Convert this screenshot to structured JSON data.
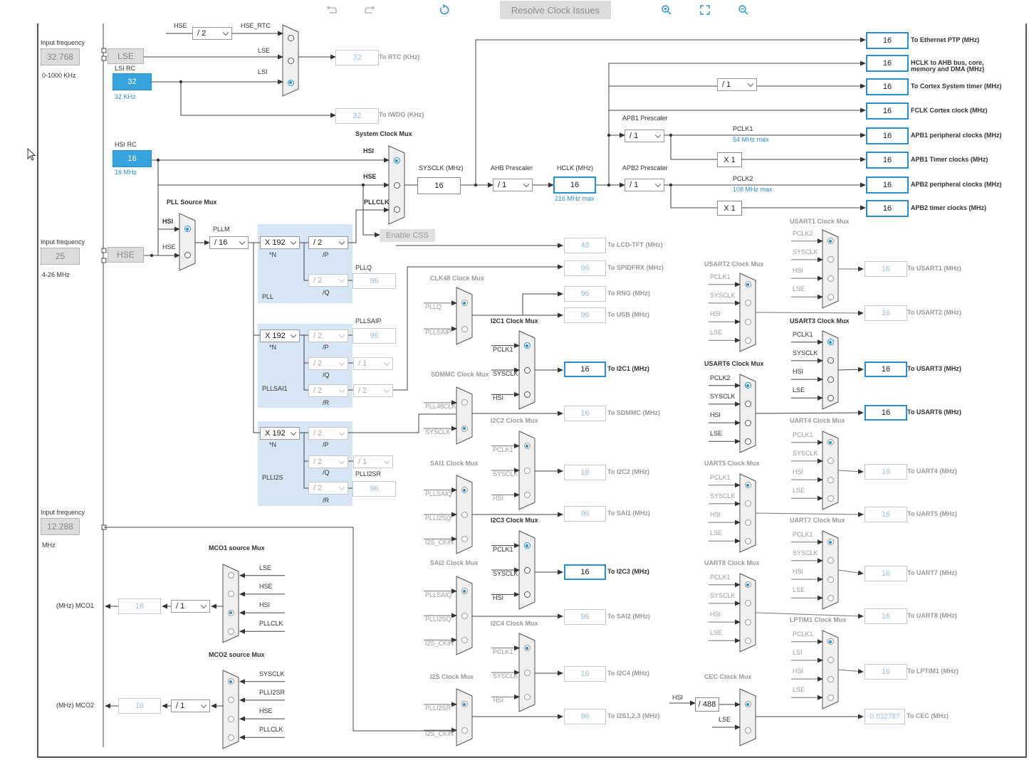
{
  "toolbar": {
    "undo_icon": "undo-icon",
    "redo_icon": "redo-icon",
    "refresh_icon": "refresh-icon",
    "resolve_label": "Resolve Clock Issues",
    "zoom_in_icon": "zoom-in-icon",
    "fit_icon": "fit-screen-icon",
    "zoom_out_icon": "zoom-out-icon"
  },
  "inputs": {
    "lse": {
      "title": "Input frequency",
      "value": "32.768",
      "range": "0-1000 KHz",
      "label": "LSE"
    },
    "lsi": {
      "title": "LSI RC",
      "value": "32",
      "unit": "32 KHz"
    },
    "hsi": {
      "title": "HSI RC",
      "value": "16",
      "unit": "16 MHz"
    },
    "hse": {
      "title": "Input frequency",
      "value": "25",
      "range": "4-26 MHz",
      "label": "HSE"
    },
    "i2s": {
      "title": "Input frequency",
      "value": "12.288",
      "range": "MHz"
    }
  },
  "rtc": {
    "div": "/ 2",
    "hse_rtc": "HSE_RTC",
    "hse": "HSE",
    "lse": "LSE",
    "lsi": "LSI",
    "rtc_value": "32",
    "rtc_label": "To RTC (KHz)",
    "iwdg_value": "32",
    "iwdg_label": "To IWDG (KHz)"
  },
  "sysmux": {
    "title": "System Clock Mux",
    "hsi": "HSI",
    "hse": "HSE",
    "pllclk": "PLLCLK",
    "enable_css": "Enable CSS"
  },
  "pll": {
    "source_title": "PLL Source Mux",
    "hsi": "HSI",
    "hse": "HSE",
    "pllm_label": "PLLM",
    "pllm": "/ 16",
    "n": "X 192",
    "n_lbl": "*N",
    "p": "/ 2",
    "p_lbl": "/P",
    "q": "/ 2",
    "q_lbl": "/Q",
    "pllq_label": "PLLQ",
    "pllq": "96",
    "name": "PLL"
  },
  "pllsai": {
    "n": "X 192",
    "n_lbl": "*N",
    "p": "/ 2",
    "p_lbl": "/P",
    "q": "/ 2",
    "q_lbl": "/Q",
    "r": "/ 2",
    "r_lbl": "/R",
    "saip_label": "PLLSAIP",
    "saip": "96",
    "qdiv": "/ 1",
    "rdiv": "/ 2",
    "name": "PLLSAI1"
  },
  "plli2s": {
    "n": "X 192",
    "n_lbl": "*N",
    "p": "/ 2",
    "p_lbl": "/P",
    "q": "/ 2",
    "q_lbl": "/Q",
    "r": "/ 2",
    "r_lbl": "/R",
    "qdiv": "/ 1",
    "i2sr_label": "PLLI2SR",
    "i2sr": "96",
    "name": "PLLI2S"
  },
  "sys": {
    "sysclk_label": "SYSCLK (MHz)",
    "sysclk": "16",
    "ahb_label": "AHB Prescaler",
    "ahb": "/ 1",
    "hclk_label": "HCLK (MHz)",
    "hclk": "16",
    "hclk_max": "216 MHz max",
    "apb1_label": "APB1 Prescaler",
    "apb1": "/ 1",
    "apb2_label": "APB2 Prescaler",
    "apb2": "/ 1",
    "cortex_div": "/ 1",
    "pclk1": "PCLK1",
    "pclk1_max": "54 MHz max",
    "pclk2": "PCLK2",
    "pclk2_max": "108 MHz max",
    "x1": "X 1",
    "x1b": "X 1"
  },
  "outputs": [
    {
      "value": "16",
      "label": "To Ethernet PTP (MHz)"
    },
    {
      "value": "16",
      "label": "HCLK to AHB bus, core,"
    },
    {
      "value": "16",
      "label": "To Cortex System timer (MHz)"
    },
    {
      "value": "16",
      "label": "FCLK Cortex clock (MHz)"
    },
    {
      "value": "16",
      "label": "APB1 peripheral clocks (MHz)"
    },
    {
      "value": "16",
      "label": "APB1 Timer clocks (MHz)"
    },
    {
      "value": "16",
      "label": "APB2 peripheral clocks (MHz)"
    },
    {
      "value": "16",
      "label": "APB2 timer clocks (MHz)"
    }
  ],
  "hclk_line2": "memory and DMA (MHz)",
  "mid": {
    "lcd": {
      "value": "48",
      "label": "To LCD-TFT (MHz)"
    },
    "spdif": {
      "value": "96",
      "label": "To SPIDFRX (MHz)"
    },
    "rng": {
      "value": "96",
      "label": "To RNG (MHz)"
    },
    "usb": {
      "value": "96",
      "label": "To USB (MHz)"
    },
    "i2c1": {
      "value": "16",
      "label": "To I2C1 (MHz)"
    },
    "sdmmc": {
      "value": "16",
      "label": "To SDMMC (MHz)"
    },
    "i2c2": {
      "value": "16",
      "label": "To I2C2 (MHz)"
    },
    "sai1": {
      "value": "96",
      "label": "To SAI1 (MHz)"
    },
    "i2c3": {
      "value": "16",
      "label": "To I2C3 (MHz)"
    },
    "sai2": {
      "value": "96",
      "label": "To SAI2 (MHz)"
    },
    "i2c4": {
      "value": "16",
      "label": "To I2C4 (MHz)"
    },
    "i2s": {
      "value": "96",
      "label": "To I2S1,2,3 (MHz)"
    }
  },
  "muxes": {
    "clk48": {
      "title": "CLK48 Clock Mux",
      "in": [
        "PLLQ",
        "PLLSAIP"
      ]
    },
    "i2c1": {
      "title": "I2C1 Clock Mux",
      "in": [
        "PCLK1",
        "SYSCLK",
        "HSI"
      ]
    },
    "sdmmc": {
      "title": "SDMMC Clock Mux",
      "in": [
        "PLL48CLK",
        "SYSCLK"
      ]
    },
    "i2c2": {
      "title": "I2C2 Clock Mux",
      "in": [
        "PCLK1",
        "SYSCLK",
        "HSI"
      ]
    },
    "sai1": {
      "title": "SAI1 Clock Mux",
      "in": [
        "PLLSAIQ",
        "PLLI2SQ",
        "I2S_CKIN"
      ]
    },
    "i2c3": {
      "title": "I2C3 Clock Mux",
      "in": [
        "PCLK1",
        "SYSCLK",
        "HSI"
      ]
    },
    "sai2": {
      "title": "SAI2 Clock Mux",
      "in": [
        "PLLSAIQ",
        "PLLI2SQ",
        "I2S_CKIN"
      ]
    },
    "i2c4": {
      "title": "I2C4 Clock Mux",
      "in": [
        "PCLK1",
        "SYSCLK",
        "HSI"
      ]
    },
    "i2s": {
      "title": "I2S Clock Mux",
      "in": [
        "PLLI2SR",
        "I2S_CKIN"
      ]
    },
    "usart1": {
      "title": "USART1 Clock Mux",
      "in": [
        "PCLK2",
        "SYSCLK",
        "HSI",
        "LSE"
      ]
    },
    "usart2": {
      "title": "USART2 Clock Mux",
      "in": [
        "PCLK1",
        "SYSCLK",
        "HSI",
        "LSE"
      ]
    },
    "usart3": {
      "title": "USART3 Clock Mux",
      "in": [
        "PCLK1",
        "SYSCLK",
        "HSI",
        "LSE"
      ]
    },
    "usart6": {
      "title": "USART6 Clock Mux",
      "in": [
        "PCLK2",
        "SYSCLK",
        "HSI",
        "LSE"
      ]
    },
    "uart4": {
      "title": "UART4 Clock Mux",
      "in": [
        "PCLK1",
        "SYSCLK",
        "HSI",
        "LSE"
      ]
    },
    "uart5": {
      "title": "UART5 Clock Mux",
      "in": [
        "PCLK1",
        "SYSCLK",
        "HSI",
        "LSE"
      ]
    },
    "uart7": {
      "title": "UART7 Clock Mux",
      "in": [
        "PCLK1",
        "SYSCLK",
        "HSI",
        "LSE"
      ]
    },
    "uart8": {
      "title": "UART8 Clock Mux",
      "in": [
        "PCLK1",
        "SYSCLK",
        "HSI",
        "LSE"
      ]
    },
    "lptim1": {
      "title": "LPTIM1 Clock Mux",
      "in": [
        "PCLK1",
        "LSI",
        "HSI",
        "LSE"
      ]
    },
    "cec": {
      "title": "CEC Clock Mux",
      "in": [
        "HSI",
        "LSE"
      ],
      "div": "/ 488"
    },
    "mco1": {
      "title": "MCO1 source Mux",
      "in": [
        "LSE",
        "HSE",
        "HSI",
        "PLLCLK"
      ]
    },
    "mco2": {
      "title": "MCO2 source Mux",
      "in": [
        "SYSCLK",
        "PLLI2SR",
        "HSE",
        "PLLCLK"
      ]
    }
  },
  "right": {
    "usart1": {
      "value": "16",
      "label": "To USART1 (MHz)"
    },
    "usart2": {
      "value": "16",
      "label": "To USART2 (MHz)"
    },
    "usart3": {
      "value": "16",
      "label": "To USART3 (MHz)"
    },
    "usart6": {
      "value": "16",
      "label": "To USART6 (MHz)"
    },
    "uart4": {
      "value": "16",
      "label": "To UART4 (MHz)"
    },
    "uart5": {
      "value": "16",
      "label": "To UART5 (MHz)"
    },
    "uart7": {
      "value": "16",
      "label": "To UART7 (MHz)"
    },
    "uart8": {
      "value": "16",
      "label": "To UART8 (MHz)"
    },
    "lptim1": {
      "value": "16",
      "label": "To LPTIM1 (MHz)"
    },
    "cec": {
      "value": "0.032787",
      "label": "To CEC (MHz)"
    }
  },
  "mco": {
    "mco1_label": "(MHz) MCO1",
    "mco1_value": "16",
    "mco1_div": "/ 1",
    "mco2_label": "(MHz) MCO2",
    "mco2_value": "16",
    "mco2_div": "/ 1"
  }
}
